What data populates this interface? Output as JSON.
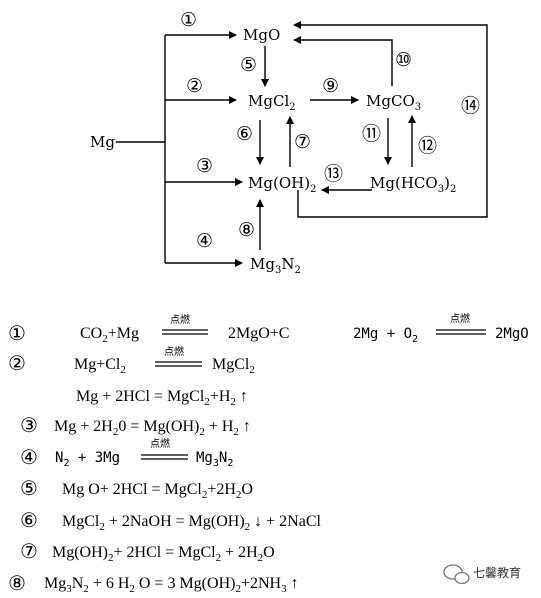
{
  "diagram": {
    "nodes": {
      "mg": "Mg",
      "mgo": "MgO",
      "mgcl2": "MgCl2",
      "mgco3": "MgCO3",
      "mgoh2": "Mg(OH)2",
      "mghco3": "Mg(HCO3)2",
      "mg3n2": "Mg3N2"
    },
    "arrow_labels": [
      "①",
      "②",
      "③",
      "④",
      "⑤",
      "⑥",
      "⑦",
      "⑧",
      "⑨",
      "⑩",
      "⑪",
      "⑫",
      "⑬",
      "⑭"
    ]
  },
  "equations": [
    {
      "num": "①",
      "text": "CO2+Mg  点燃  2MgO+C"
    },
    {
      "num": "",
      "text": "2Mg + O2  点燃  2MgO"
    },
    {
      "num": "②",
      "text": "Mg+Cl2  点燃  MgCl2"
    },
    {
      "num": "",
      "text": "Mg + 2HCl = MgCl2+H2 ↑"
    },
    {
      "num": "③",
      "text": "Mg + 2H2O = Mg(OH)2 + H2 ↑"
    },
    {
      "num": "④",
      "text": "N2 + 3Mg  点燃  Mg3N2"
    },
    {
      "num": "⑤",
      "text": "Mg O+ 2HCl = MgCl2+2H2O"
    },
    {
      "num": "⑥",
      "text": "MgCl2 + 2NaOH = Mg(OH)2 ↓ + 2NaCl"
    },
    {
      "num": "⑦",
      "text": "Mg(OH)2+ 2HCl = MgCl2 + 2H2O"
    },
    {
      "num": "⑧",
      "text": "Mg3N2 + 6 H2O = 3 Mg(OH)2+2NH3 ↑"
    }
  ],
  "watermark": "七馨教育",
  "colors": {
    "ink": "#000000",
    "background": "#ffffff"
  }
}
